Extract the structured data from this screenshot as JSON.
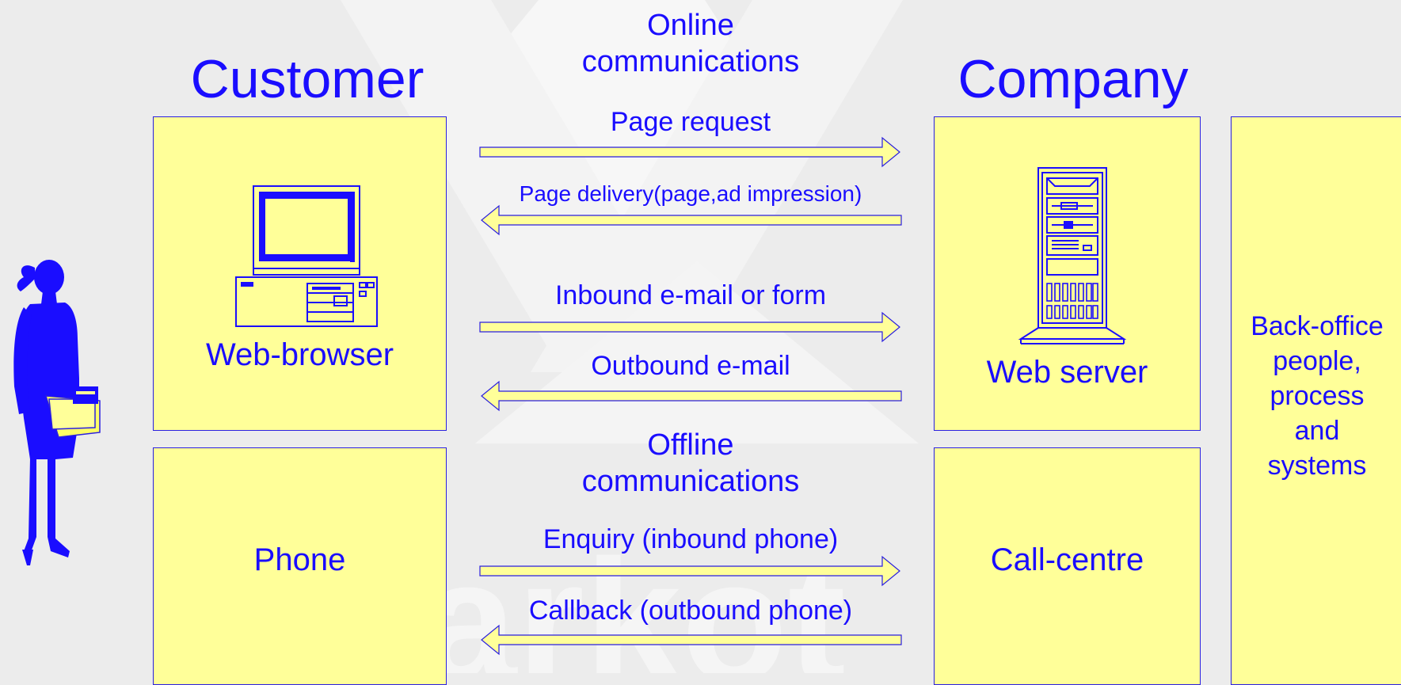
{
  "headings": {
    "customer": "Customer",
    "company": "Company",
    "online": [
      "Online",
      "communications"
    ],
    "offline": [
      "Offline",
      "communications"
    ]
  },
  "boxes": {
    "web_browser": "Web-browser",
    "phone": "Phone",
    "web_server": "Web server",
    "call_centre": "Call-centre",
    "back_office": [
      "Back-office",
      "people,",
      "process",
      "and",
      "systems"
    ]
  },
  "flows": {
    "page_request": "Page request",
    "page_delivery": "Page delivery(page,ad impression)",
    "inbound_email": "Inbound e-mail or form",
    "outbound_email": "Outbound e-mail",
    "enquiry": "Enquiry (inbound phone)",
    "callback": "Callback (outbound phone)"
  },
  "colors": {
    "text": "#1a0dff",
    "box_fill": "#ffff99",
    "background": "#ececec",
    "watermark": "#ffffff"
  },
  "icons": [
    "person-silhouette-icon",
    "desktop-computer-icon",
    "server-tower-icon"
  ]
}
